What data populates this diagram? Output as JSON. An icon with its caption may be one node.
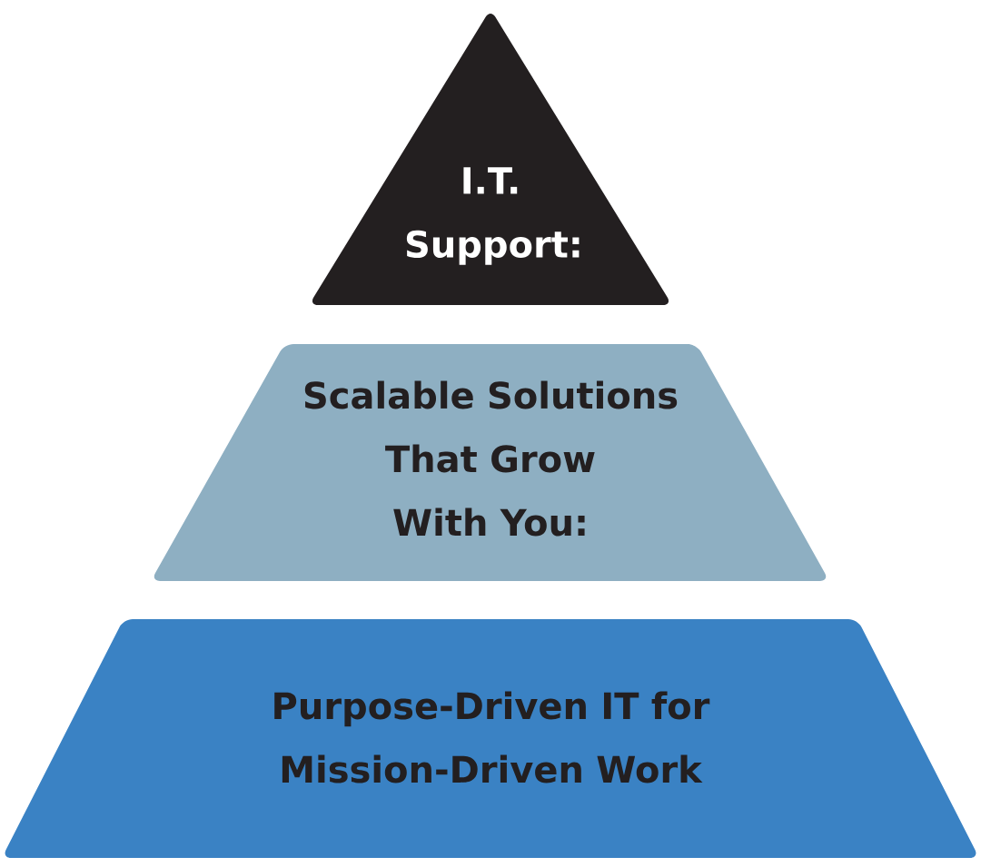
{
  "diagram": {
    "nodes": [
      {
        "text": [
          "I.T. Support:"
        ]
      },
      {
        "text": [
          "Scalable Solutions That Grow With You:"
        ]
      },
      {
        "text": [
          "Purpose-Driven IT for Mission-Driven Work"
        ]
      }
    ]
  }
}
